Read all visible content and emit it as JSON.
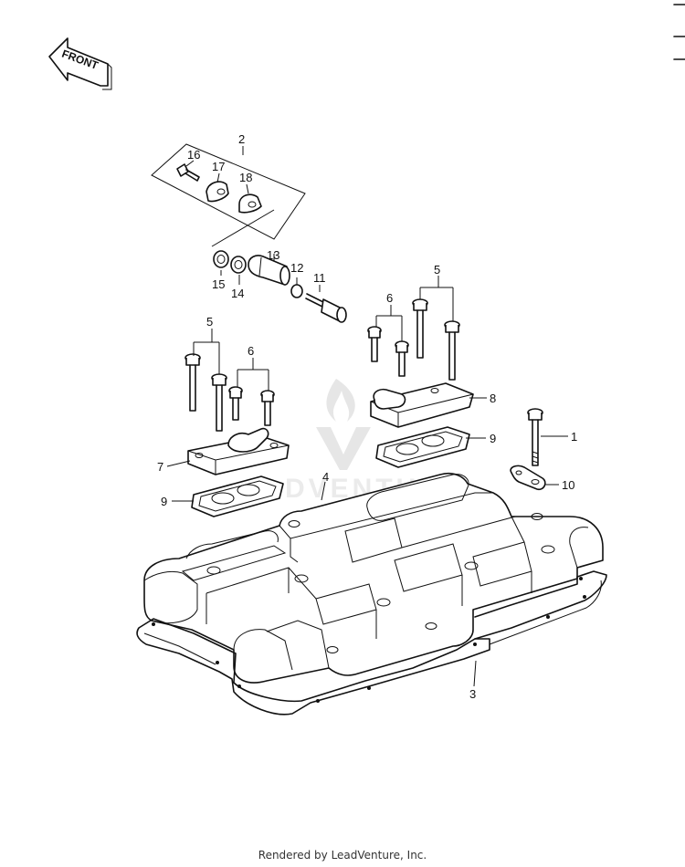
{
  "front_label": "FRONT",
  "watermark_text": "DVENTU",
  "callouts": {
    "c1": "1",
    "c2": "2",
    "c3": "3",
    "c4": "4",
    "c5a": "5",
    "c5b": "5",
    "c6a": "6",
    "c6b": "6",
    "c7": "7",
    "c8": "8",
    "c9a": "9",
    "c9b": "9",
    "c10": "10",
    "c11": "11",
    "c12": "12",
    "c13": "13",
    "c14": "14",
    "c15": "15",
    "c16": "16",
    "c17": "17",
    "c18": "18"
  },
  "footer": "Rendered by LeadVenture, Inc."
}
